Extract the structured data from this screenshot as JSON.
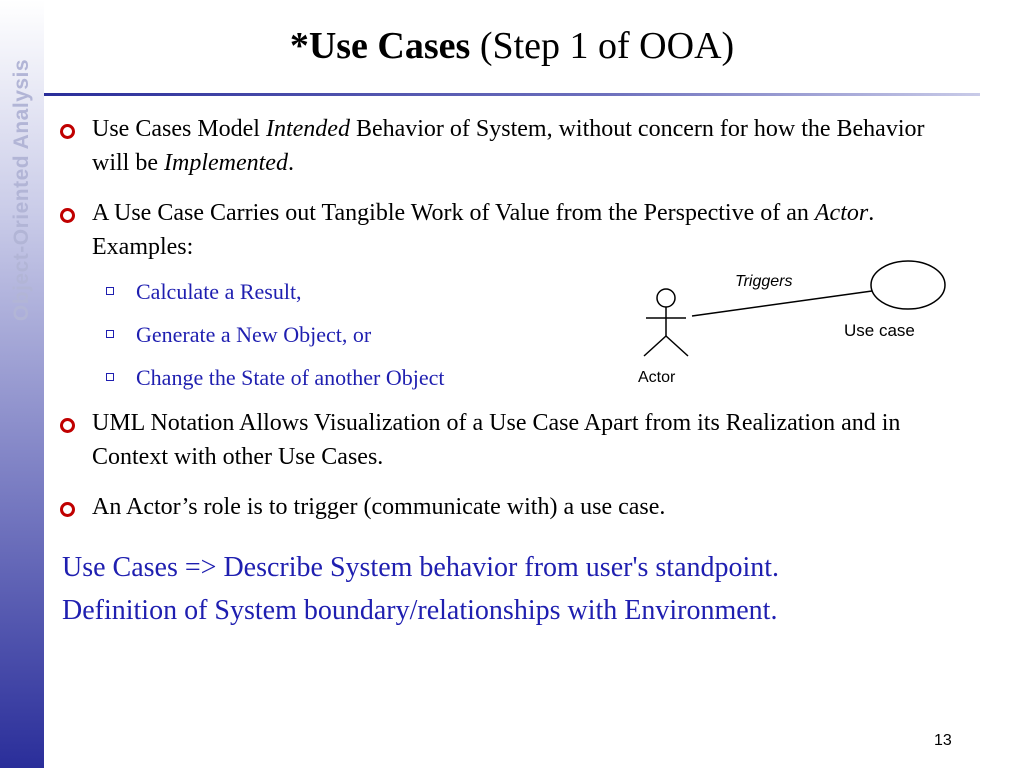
{
  "sidebar": {
    "label": "Object-Oriented Analysis"
  },
  "title": {
    "bold": "*Use Cases",
    "rest": " (Step 1 of OOA)"
  },
  "bullets": [
    {
      "p1": "Use Cases Model ",
      "i1": "Intended",
      "p2": " Behavior of System, without concern for how the Behavior will be ",
      "i2": "Implemented",
      "p3": "."
    },
    {
      "p1": "A Use Case Carries out Tangible Work of Value from the Perspective of an ",
      "i1": "Actor",
      "p2": ". Examples:"
    },
    {
      "p1": "UML Notation Allows Visualization of a Use Case Apart from its Realization and in Context with other Use Cases."
    },
    {
      "p1": "An Actor’s role is to trigger (communicate with) a use case."
    }
  ],
  "examples": [
    "Calculate a Result,",
    "Generate a New Object, or",
    "Change the State of another Object"
  ],
  "diagram": {
    "actor_label": "Actor",
    "association_label": "Triggers",
    "usecase_label": "Use case"
  },
  "summary": [
    "Use Cases => Describe System behavior from user's standpoint.",
    "Definition of System boundary/relationships with Environment."
  ],
  "page_number": "13",
  "colors": {
    "bullet": "#c00000",
    "sub_text": "#1f1fb0",
    "sidebar_dark": "#2a2e9a"
  }
}
